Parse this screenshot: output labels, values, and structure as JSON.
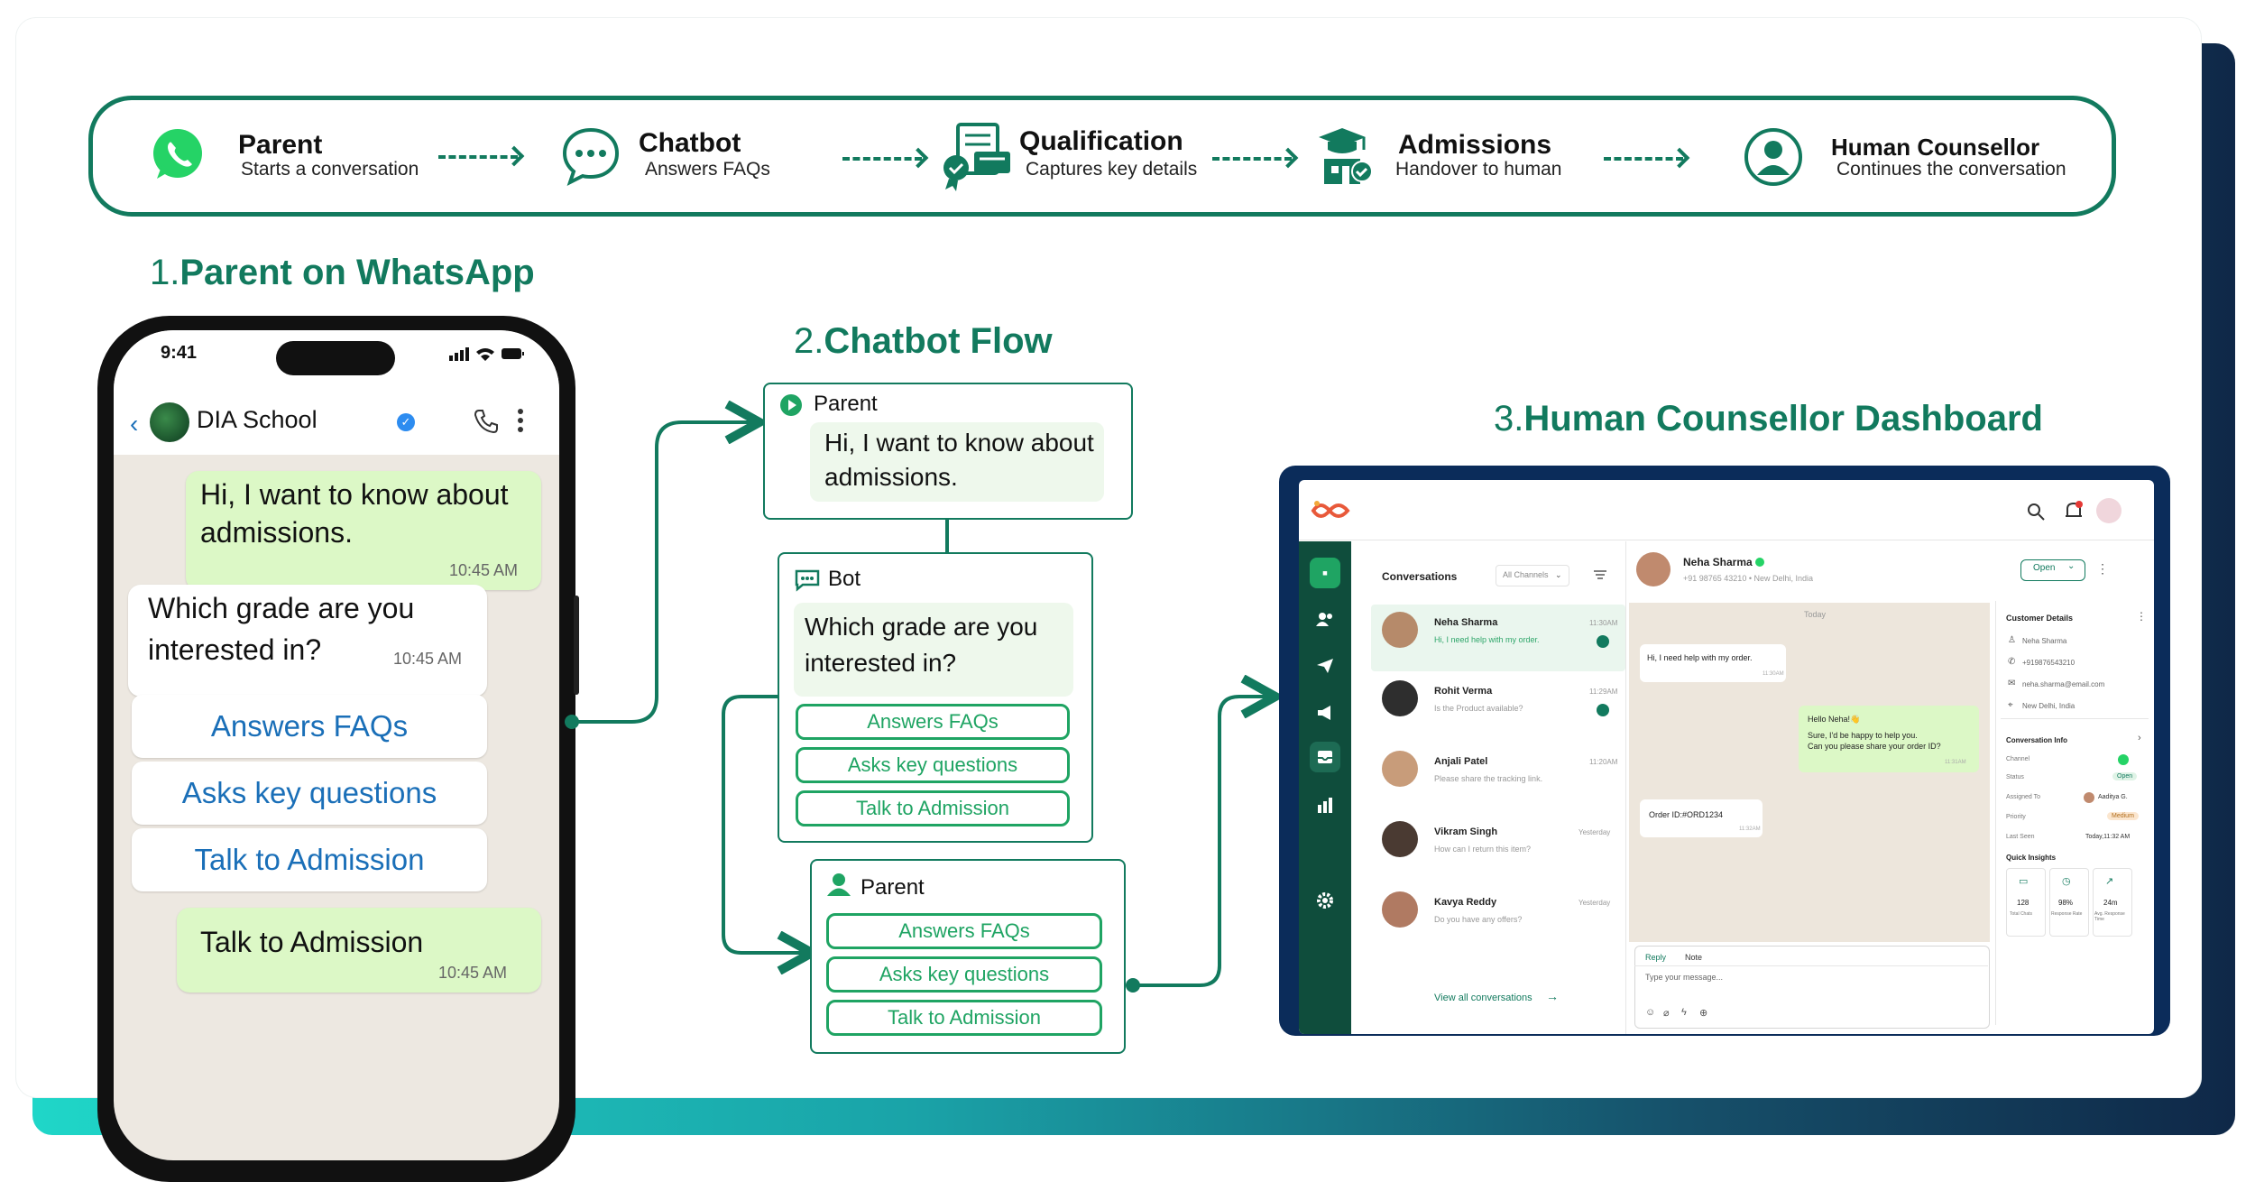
{
  "flow": {
    "steps": [
      {
        "title": "Parent",
        "subtitle": "Starts a conversation",
        "icon": "whatsapp-icon"
      },
      {
        "title": "Chatbot",
        "subtitle": "Answers FAQs",
        "icon": "chat-bubble-icon"
      },
      {
        "title": "Qualification",
        "subtitle": "Captures key details",
        "icon": "certificate-icon"
      },
      {
        "title": "Admissions",
        "subtitle": "Handover to human",
        "icon": "school-icon"
      },
      {
        "title": "Human Counsellor",
        "subtitle": "Continues the conversation",
        "icon": "user-circle-icon"
      }
    ]
  },
  "sections": {
    "s1": {
      "num": "1.",
      "title": "Parent on WhatsApp"
    },
    "s2": {
      "num": "2.",
      "title": "Chatbot Flow"
    },
    "s3": {
      "num": "3.",
      "title": "Human Counsellor Dashboard"
    }
  },
  "phone": {
    "status_time": "9:41",
    "contact": "DIA School",
    "msg1": {
      "line1": "Hi, I want to know about",
      "line2": "admissions.",
      "time": "10:45 AM"
    },
    "msg2": {
      "line1": "Which grade are you",
      "line2": "interested in?",
      "time": "10:45 AM"
    },
    "buttons": [
      "Answers FAQs",
      "Asks key questions",
      "Talk to Admission"
    ],
    "msg3": {
      "text": "Talk to Admission",
      "time": "10:45 AM"
    }
  },
  "chatbot": {
    "parent_label": "Parent",
    "parent_msg": {
      "line1": "Hi, I want to know about",
      "line2": "admissions."
    },
    "bot_label": "Bot",
    "bot_msg": {
      "line1": "Which grade are you",
      "line2": "interested in?"
    },
    "bot_buttons": [
      "Answers FAQs",
      "Asks key questions",
      "Talk to Admission"
    ],
    "parent2_label": "Parent",
    "parent2_buttons": [
      "Answers FAQs",
      "Asks key questions",
      "Talk to Admission"
    ]
  },
  "dashboard": {
    "conversations_label": "Conversations",
    "channel_filter": "All Channels",
    "conversations": [
      {
        "name": "Neha Sharma",
        "preview": "Hi, I need help with my order.",
        "time": "11:30AM"
      },
      {
        "name": "Rohit Verma",
        "preview": "Is the Product available?",
        "time": "11:29AM"
      },
      {
        "name": "Anjali Patel",
        "preview": "Please share the tracking link.",
        "time": "11:20AM"
      },
      {
        "name": "Vikram Singh",
        "preview": "How can I return this item?",
        "time": "Yesterday"
      },
      {
        "name": "Kavya Reddy",
        "preview": "Do you have any offers?",
        "time": "Yesterday"
      }
    ],
    "view_all": "View all conversations",
    "chat_header": {
      "name": "Neha Sharma",
      "sub": "+91 98765 43210 • New Delhi, India",
      "status": "Open"
    },
    "day_label": "Today",
    "messages": [
      {
        "text": "Hi, I need help with my order.",
        "time": "11:30AM"
      },
      {
        "line1": "Hello Neha!👋",
        "line2": "Sure, I'd be happy to help you.",
        "line3": "Can you please share your order ID?",
        "time": "11:31AM"
      },
      {
        "text": "Order ID:#ORD1234",
        "time": "11:32AM"
      }
    ],
    "composer": {
      "tab_reply": "Reply",
      "tab_note": "Note",
      "placeholder": "Type your message..."
    },
    "customer": {
      "title": "Customer Details",
      "name": "Neha Sharma",
      "phone": "+919876543210",
      "email": "neha.sharma@email.com",
      "location": "New Delhi, India"
    },
    "conv_info": {
      "title": "Conversation Info",
      "rows": [
        {
          "label": "Channel",
          "value": ""
        },
        {
          "label": "Status",
          "value": "Open"
        },
        {
          "label": "Assigned To",
          "value": "Aaditya G."
        },
        {
          "label": "Priority",
          "value": "Medium"
        },
        {
          "label": "Last Seen",
          "value": "Today,11:32 AM"
        }
      ]
    },
    "insights": {
      "title": "Quick Insights",
      "cards": [
        {
          "value": "128",
          "label": "Total Chats"
        },
        {
          "value": "98%",
          "label": "Response Rate"
        },
        {
          "value": "24m",
          "label": "Avg. Response Time"
        }
      ]
    }
  },
  "colors": {
    "primary": "#127a5e",
    "whatsapp": "#25d366",
    "dash_sidebar": "#0f4d3c",
    "accent": "#1fa463"
  }
}
